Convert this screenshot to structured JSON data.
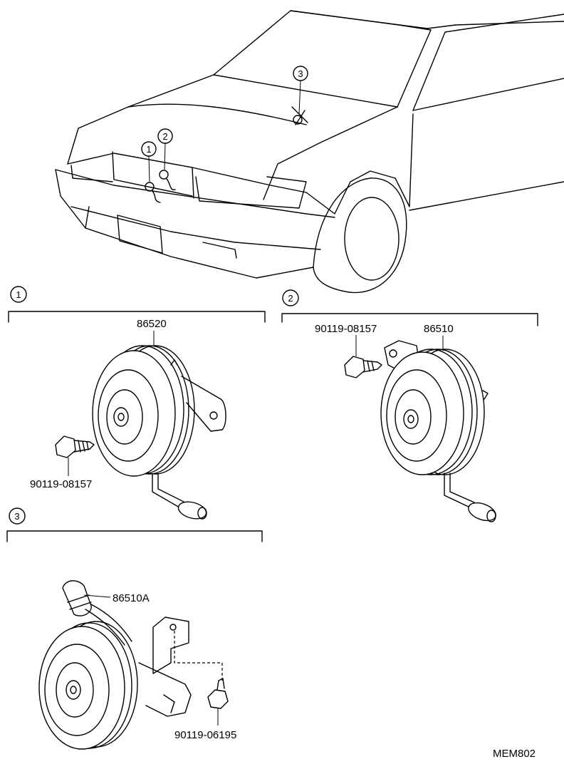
{
  "diagram": {
    "callouts": [
      "1",
      "2",
      "3"
    ],
    "sections": [
      {
        "number": "1",
        "part_horn": "86520",
        "part_bolt": "90119-08157"
      },
      {
        "number": "2",
        "part_horn": "86510",
        "part_bolt": "90119-08157"
      },
      {
        "number": "3",
        "part_horn": "86510A",
        "part_bolt": "90119-06195"
      }
    ],
    "drawing_code": "MEM802"
  }
}
